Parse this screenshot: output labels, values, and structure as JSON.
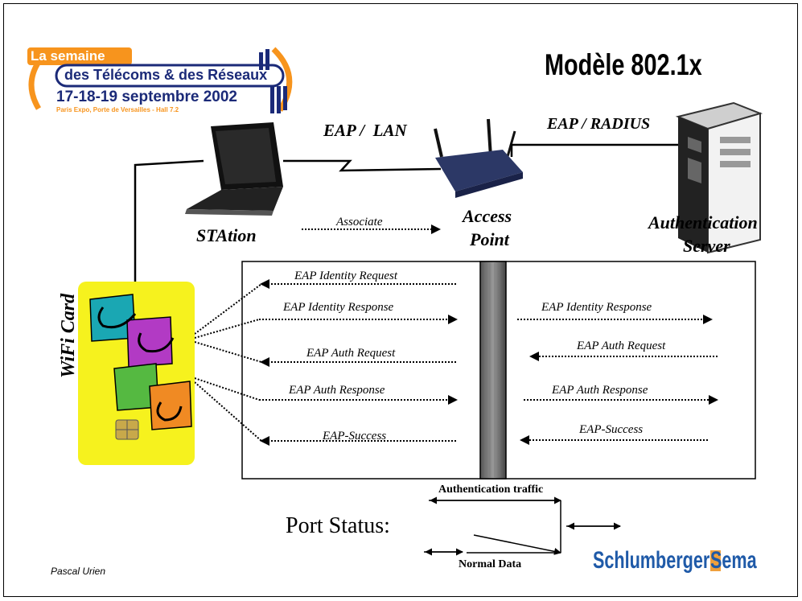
{
  "event_logo": {
    "line1": "La semaine",
    "line2": "des Télécoms & des Réseaux",
    "line3": "17-18-19 septembre 2002",
    "line4": "Paris Expo, Porte de Versailles - Hall 7.2"
  },
  "title": "Modèle 802.1x",
  "top": {
    "eap_lan": "EAP /  LAN",
    "eap_radius": "EAP / RADIUS",
    "station": "STAtion",
    "associate": "Associate",
    "access_point_1": "Access",
    "access_point_2": "Point",
    "auth_server_1": "Authentication",
    "auth_server_2": "Server"
  },
  "card": {
    "label": "WiFi Card"
  },
  "left_messages": [
    "EAP Identity Request",
    "EAP Identity Response",
    "EAP Auth Request",
    "EAP Auth Response",
    "EAP-Success"
  ],
  "right_messages": [
    "EAP Identity Response",
    "EAP Auth Request",
    "EAP Auth Response",
    "EAP-Success"
  ],
  "port": {
    "status_label": "Port Status:",
    "auth_traffic": "Authentication traffic",
    "normal_data": "Normal Data"
  },
  "footer": {
    "author": "Pascal Urien",
    "company_1": "Schlumberger",
    "company_2": "Sema"
  },
  "colors": {
    "card_yellow": "#f6f21e",
    "card_teal": "#1aa7b3",
    "card_purple": "#b23ac4",
    "card_green": "#55b941",
    "card_orange": "#f08a23",
    "logo_orange": "#f7941d",
    "logo_navy": "#1b2a78",
    "sema_blue": "#1f5aa8",
    "sema_orange": "#f0a03c"
  }
}
